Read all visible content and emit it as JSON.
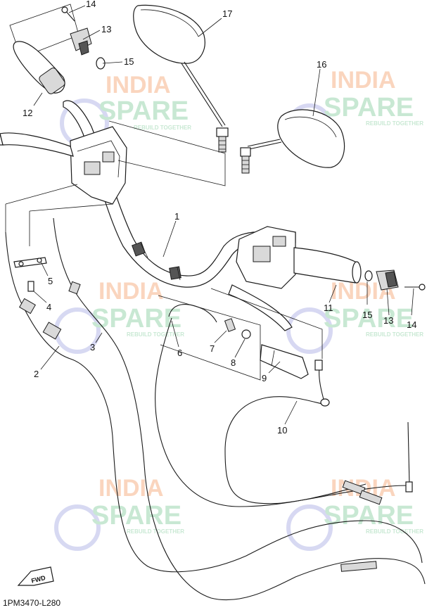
{
  "diagram_code": "1PM3470-L280",
  "fwd_label": "FWD",
  "watermark": {
    "line1": "INDIA",
    "line2": "SPARE",
    "tagline": "REBUILD TOGETHER",
    "colors": {
      "orange": "#f6b48a",
      "green": "#9cd7b0",
      "purple": "#b7b9e8"
    }
  },
  "callouts": {
    "c1": "1",
    "c2": "2",
    "c3": "3",
    "c4": "4",
    "c5": "5",
    "c6": "6",
    "c7": "7",
    "c8": "8",
    "c9": "9",
    "c10": "10",
    "c11": "11",
    "c12": "12",
    "c13a": "13",
    "c13b": "13",
    "c14a": "14",
    "c14b": "14",
    "c15a": "15",
    "c15b": "15",
    "c16": "16",
    "c17": "17"
  }
}
